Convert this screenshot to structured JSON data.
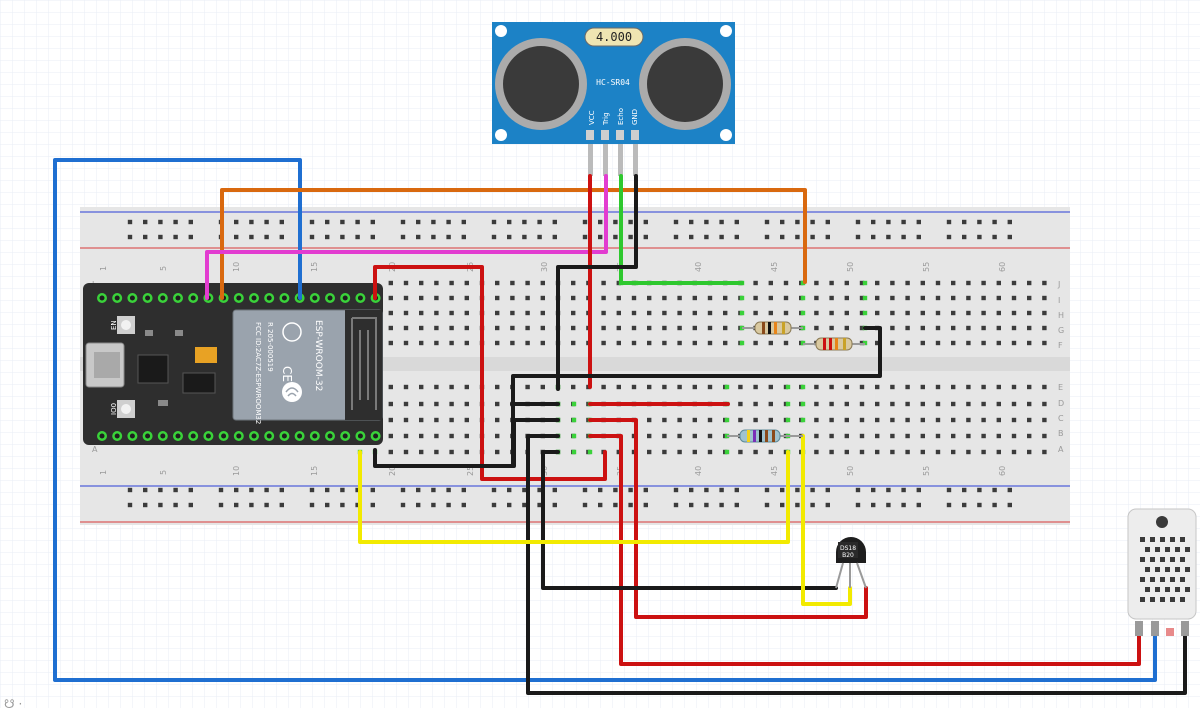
{
  "colors": {
    "canvas_bg": "#ffffff",
    "grid_line": "#e9eef5",
    "breadboard": "#e6e6e6",
    "breadboard_mid": "#d7d7d7",
    "rail_blue": "#2b3fd6",
    "rail_red": "#d83a3a",
    "hole": "#3b3b3b",
    "hole_active": "#3ad23a",
    "esp_board": "#2e2e2e",
    "esp_module": "#9aa3ad",
    "sensor_blue": "#1c82c6",
    "wire_red": "#cc1111",
    "wire_black": "#1a1a1a",
    "wire_blue": "#1f6fd1",
    "wire_orange": "#d9690f",
    "wire_magenta": "#e23cd0",
    "wire_green": "#2ec82e",
    "wire_yellow": "#f2ea00",
    "dht_body": "#ededed"
  },
  "breadboard": {
    "row_labels_top": [
      "J",
      "I",
      "H",
      "G",
      "F"
    ],
    "row_labels_bottom": [
      "E",
      "D",
      "C",
      "B",
      "A"
    ],
    "column_numbers": [
      "1",
      "5",
      "10",
      "15",
      "20",
      "25",
      "30",
      "35",
      "40",
      "45",
      "50",
      "55",
      "60"
    ]
  },
  "esp32": {
    "module_title": "ESP-WROOM-32",
    "cert_lines": [
      "FCC ID:2AC7Z-ESPWROOM32",
      "R 205-000519"
    ],
    "button_en": "EN",
    "button_io0": "IO0"
  },
  "hc_sr04": {
    "crystal_label": "4.000",
    "model_label": "HC-SR04",
    "pins": [
      "VCC",
      "Trig",
      "Echo",
      "GND"
    ]
  },
  "ds18b20": {
    "label_line1": "DS18",
    "label_line2": "B20"
  },
  "resistors": [
    "resistor-1",
    "resistor-2",
    "resistor-3"
  ]
}
